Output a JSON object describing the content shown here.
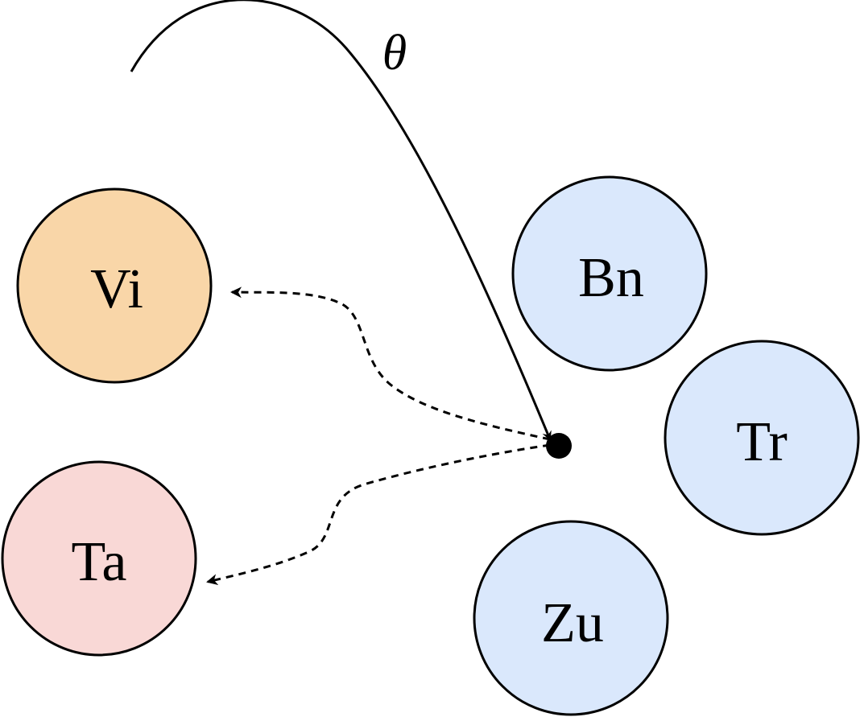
{
  "diagram": {
    "nodes": [
      {
        "id": "vi",
        "label": "Vi",
        "fill": "#f9d6a8"
      },
      {
        "id": "ta",
        "label": "Ta",
        "fill": "#f9d8d6"
      },
      {
        "id": "bn",
        "label": "Bn",
        "fill": "#dae8fc"
      },
      {
        "id": "tr",
        "label": "Tr",
        "fill": "#dae8fc"
      },
      {
        "id": "zu",
        "label": "Zu",
        "fill": "#dae8fc"
      }
    ],
    "theta_label": "θ",
    "stroke_color": "#000000"
  }
}
